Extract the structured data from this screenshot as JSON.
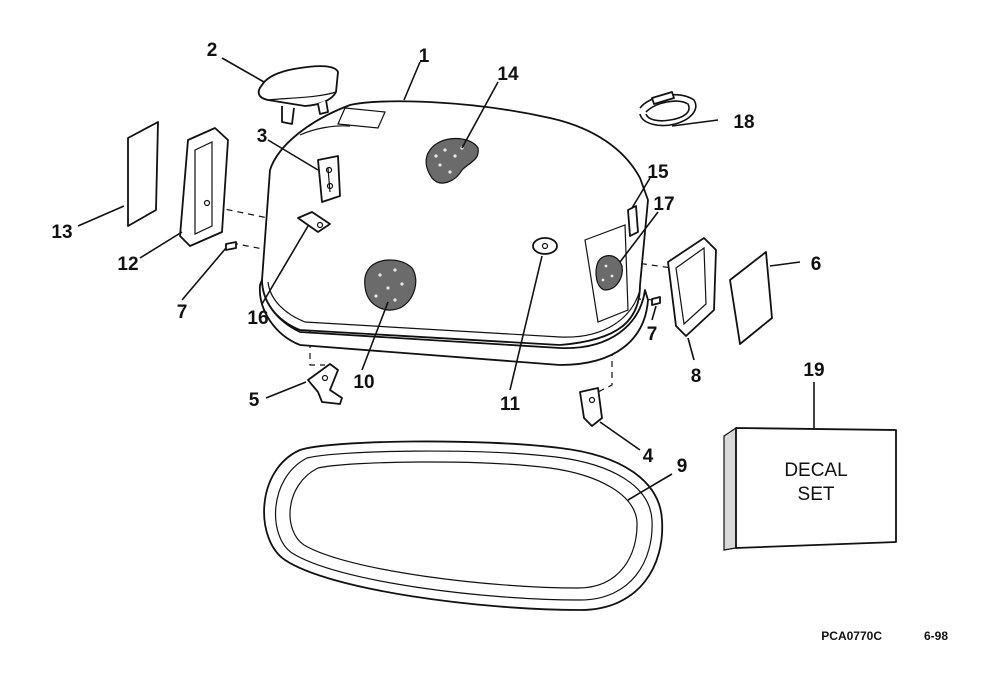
{
  "diagram": {
    "callouts": [
      {
        "id": "1",
        "label": "1"
      },
      {
        "id": "2",
        "label": "2"
      },
      {
        "id": "3",
        "label": "3"
      },
      {
        "id": "4",
        "label": "4"
      },
      {
        "id": "5",
        "label": "5"
      },
      {
        "id": "6",
        "label": "6"
      },
      {
        "id": "7a",
        "label": "7"
      },
      {
        "id": "7b",
        "label": "7"
      },
      {
        "id": "8",
        "label": "8"
      },
      {
        "id": "9",
        "label": "9"
      },
      {
        "id": "10",
        "label": "10"
      },
      {
        "id": "11",
        "label": "11"
      },
      {
        "id": "12",
        "label": "12"
      },
      {
        "id": "13",
        "label": "13"
      },
      {
        "id": "14",
        "label": "14"
      },
      {
        "id": "15",
        "label": "15"
      },
      {
        "id": "16",
        "label": "16"
      },
      {
        "id": "17",
        "label": "17"
      },
      {
        "id": "18",
        "label": "18"
      },
      {
        "id": "19",
        "label": "19"
      }
    ],
    "decal_box": {
      "line1": "DECAL",
      "line2": "SET"
    },
    "footer": {
      "code": "PCA0770C",
      "date": "6-98"
    }
  }
}
